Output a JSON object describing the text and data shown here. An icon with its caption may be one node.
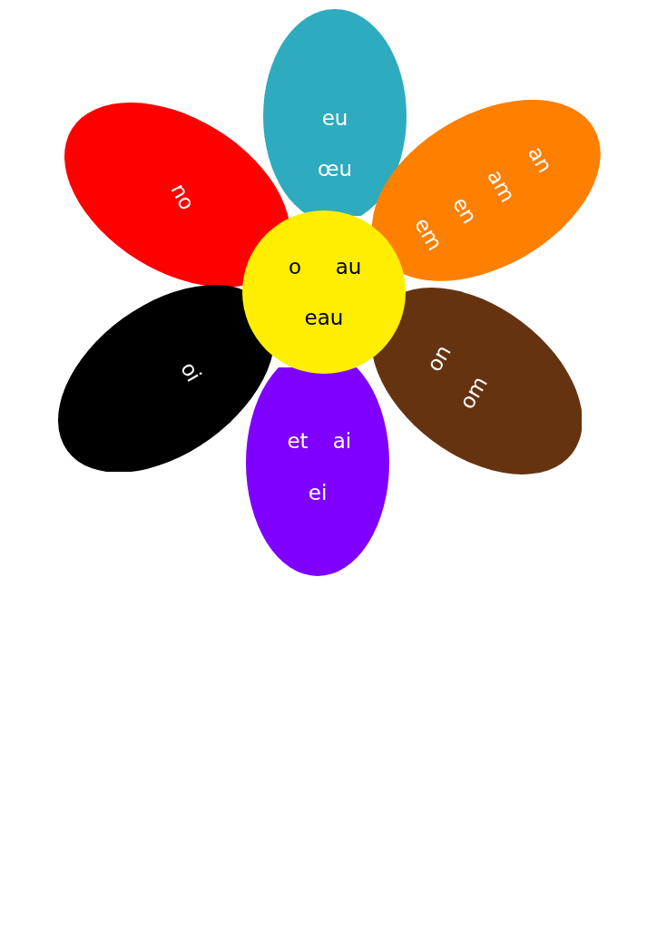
{
  "diagram": {
    "nodes": [
      {
        "text": [
          "eu",
          "œu"
        ]
      },
      {
        "text": [
          "ou"
        ]
      },
      {
        "text": [
          "an",
          "am",
          "en",
          "em"
        ]
      },
      {
        "text": [
          "o",
          "au",
          "eau"
        ]
      },
      {
        "text": [
          "oi"
        ]
      },
      {
        "text": [
          "on",
          "om"
        ]
      },
      {
        "text": [
          "et",
          "ai",
          "ei"
        ]
      }
    ]
  }
}
